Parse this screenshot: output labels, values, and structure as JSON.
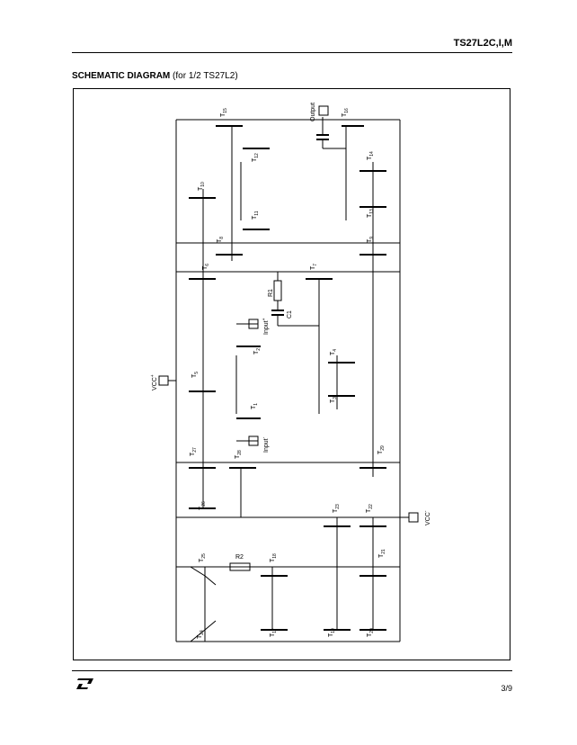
{
  "header": {
    "doc_title": "TS27L2C,I,M"
  },
  "section": {
    "title_bold": "SCHEMATIC DIAGRAM",
    "title_note": "(for 1/2 TS27L2)"
  },
  "schematic": {
    "pins": {
      "output": "Output",
      "vcc_plus": "V",
      "vcc_plus_sub": "CC",
      "vcc_plus_sup": "+",
      "vcc_minus": "V",
      "vcc_minus_sub": "CC",
      "vcc_minus_sup": "-",
      "input_plus": "Input",
      "input_plus_sup": "+",
      "input_minus": "Input",
      "input_minus_sup": "-"
    },
    "transistors": [
      {
        "name": "T",
        "sub": "15"
      },
      {
        "name": "T",
        "sub": "16"
      },
      {
        "name": "T",
        "sub": "12"
      },
      {
        "name": "T",
        "sub": "14"
      },
      {
        "name": "T",
        "sub": "10"
      },
      {
        "name": "T",
        "sub": "11"
      },
      {
        "name": "T",
        "sub": "13"
      },
      {
        "name": "T",
        "sub": "8"
      },
      {
        "name": "T",
        "sub": "9"
      },
      {
        "name": "T",
        "sub": "6"
      },
      {
        "name": "T",
        "sub": "7"
      },
      {
        "name": "T",
        "sub": "2"
      },
      {
        "name": "T",
        "sub": "4"
      },
      {
        "name": "T",
        "sub": "5"
      },
      {
        "name": "T",
        "sub": "3"
      },
      {
        "name": "T",
        "sub": "1"
      },
      {
        "name": "T",
        "sub": "27"
      },
      {
        "name": "T",
        "sub": "28"
      },
      {
        "name": "T",
        "sub": "29"
      },
      {
        "name": "T",
        "sub": "26"
      },
      {
        "name": "T",
        "sub": "23"
      },
      {
        "name": "T",
        "sub": "22"
      },
      {
        "name": "T",
        "sub": "25"
      },
      {
        "name": "T",
        "sub": "18"
      },
      {
        "name": "T",
        "sub": "21"
      },
      {
        "name": "T",
        "sub": "24"
      },
      {
        "name": "T",
        "sub": "17"
      },
      {
        "name": "T",
        "sub": "19"
      },
      {
        "name": "T",
        "sub": "20"
      }
    ],
    "resistors": {
      "r1": "R1",
      "r2": "R",
      "r2_sub": "2"
    },
    "capacitors": {
      "c1": "C1"
    }
  },
  "footer": {
    "page": "3/9",
    "logo": "st-logo-icon"
  }
}
